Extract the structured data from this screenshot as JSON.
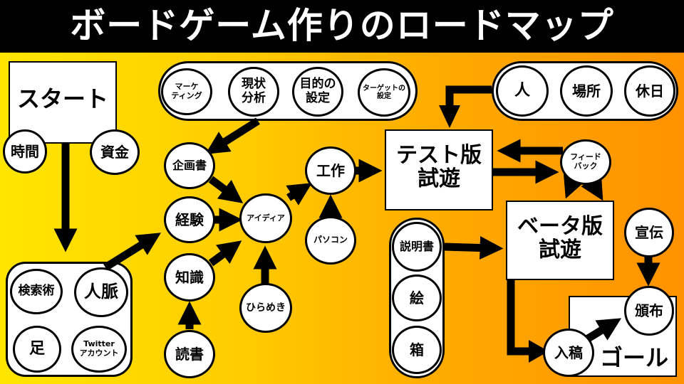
{
  "title": "ボードゲーム作りのロードマップ",
  "start": "スタート",
  "goal": "ゴール",
  "test_play": "テスト版\n試遊",
  "beta_play": "ベータ版\n試遊",
  "nodes": {
    "time": "時間",
    "funds": "資金",
    "search": "検索術",
    "network": "人脈",
    "legs": "足",
    "twitter": "Twitter\nアカウント",
    "marketing": "マーケ\nティング",
    "analysis": "現状\n分析",
    "goal_setting": "目的の\n設定",
    "target_setting": "ターゲットの\n設定",
    "plan": "企画書",
    "experience": "経験",
    "knowledge": "知識",
    "reading": "読書",
    "idea": "アイディア",
    "inspiration": "ひらめき",
    "craft": "工作",
    "pc": "パソコン",
    "people": "人",
    "place": "場所",
    "holiday": "休日",
    "feedback": "フィード\nバック",
    "manual": "説明書",
    "art": "絵",
    "box": "箱",
    "submission": "入稿",
    "promotion": "宣伝",
    "distribution": "頒布"
  }
}
